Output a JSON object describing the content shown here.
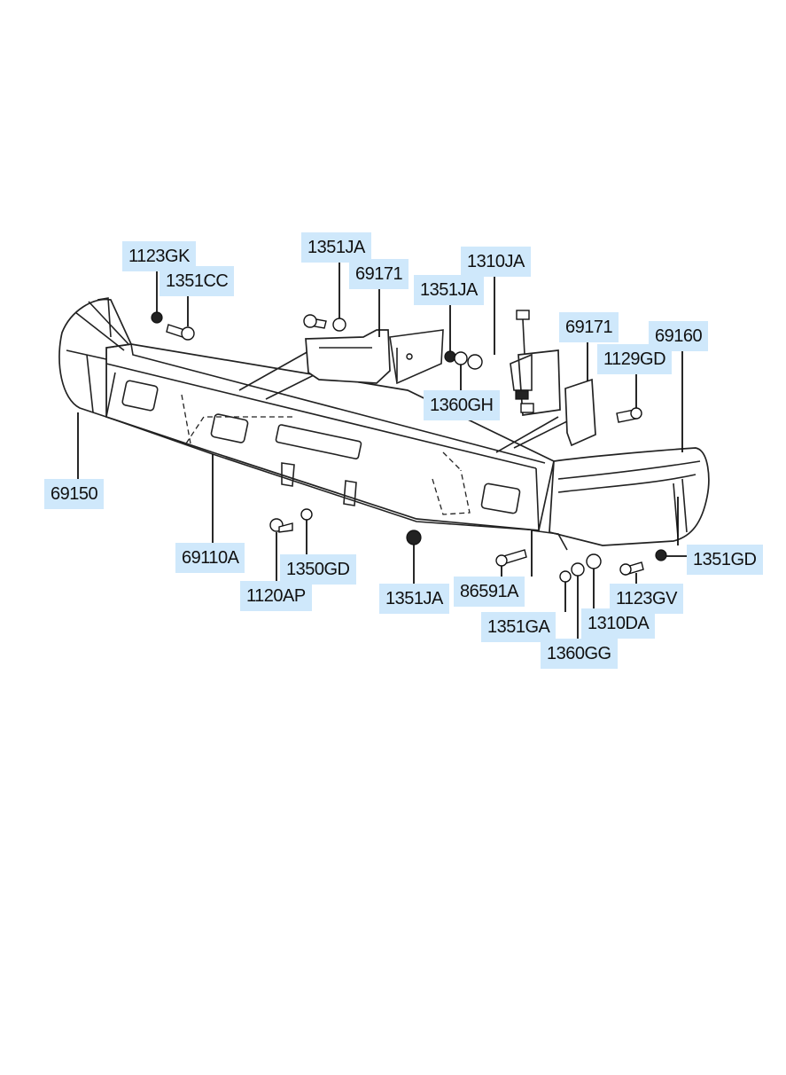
{
  "diagram": {
    "labels": {
      "p1123GK": "1123GK",
      "p1351CC": "1351CC",
      "p1351JA_top": "1351JA",
      "p69171_left": "69171",
      "p1310JA": "1310JA",
      "p1351JA_mid": "1351JA",
      "p1360GH": "1360GH",
      "p69171_right": "69171",
      "p69160": "69160",
      "p1129GD": "1129GD",
      "p69150": "69150",
      "p69110A": "69110A",
      "p1350GD": "1350GD",
      "p1120AP": "1120AP",
      "p1351JA_bottom": "1351JA",
      "p86591A": "86591A",
      "p1351GA": "1351GA",
      "p1360GG": "1360GG",
      "p1310DA": "1310DA",
      "p1123GV": "1123GV",
      "p1351GD": "1351GD"
    },
    "colors": {
      "label_bg": "#cfe8fb",
      "line": "#222222"
    }
  }
}
